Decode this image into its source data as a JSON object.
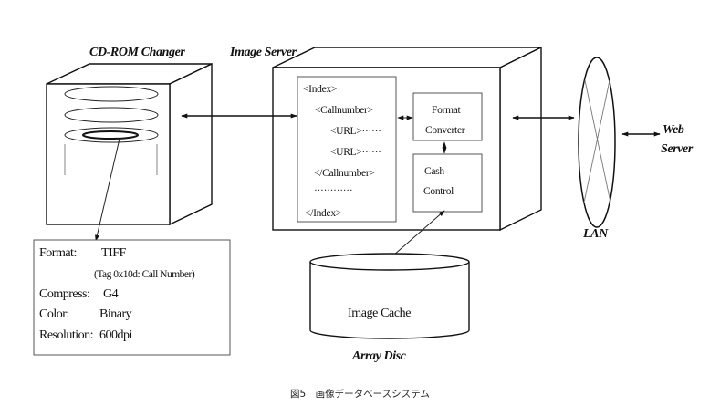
{
  "diagram": {
    "cdrom": {
      "label": "CD-ROM Changer"
    },
    "image_server": {
      "label": "Image Server",
      "index_lines": [
        "<Index>",
        "<Callnumber>",
        "<URL>······",
        "<URL>······",
        "</Callnumber>",
        "············",
        "</Index>"
      ],
      "format_converter": [
        "Format",
        "Converter"
      ],
      "cash_control": [
        "Cash",
        "Control"
      ]
    },
    "lan": {
      "label": "LAN"
    },
    "web_server": {
      "label_line1": "Web",
      "label_line2": "Server"
    },
    "array_disc": {
      "inner_label": "Image Cache",
      "label": "Array Disc"
    },
    "file_info": {
      "format_key": "Format:",
      "format_value": "TIFF",
      "format_note": "(Tag 0x10d: Call Number)",
      "compress_key": "Compress:",
      "compress_value": "G4",
      "color_key": "Color:",
      "color_value": "Binary",
      "resolution_key": "Resolution:",
      "resolution_value": "600dpi"
    },
    "caption": "図5　画像データベースシステム",
    "connections": [
      {
        "from": "cdrom",
        "to": "index",
        "type": "bidirectional"
      },
      {
        "from": "index",
        "to": "format_converter",
        "type": "bidirectional"
      },
      {
        "from": "format_converter",
        "to": "cash_control",
        "type": "bidirectional"
      },
      {
        "from": "cash_control",
        "to": "array_disc",
        "type": "bidirectional"
      },
      {
        "from": "image_server",
        "to": "lan",
        "type": "bidirectional"
      },
      {
        "from": "lan",
        "to": "web_server",
        "type": "bidirectional"
      },
      {
        "from": "cd_disc",
        "to": "file_info",
        "type": "directed"
      }
    ]
  }
}
